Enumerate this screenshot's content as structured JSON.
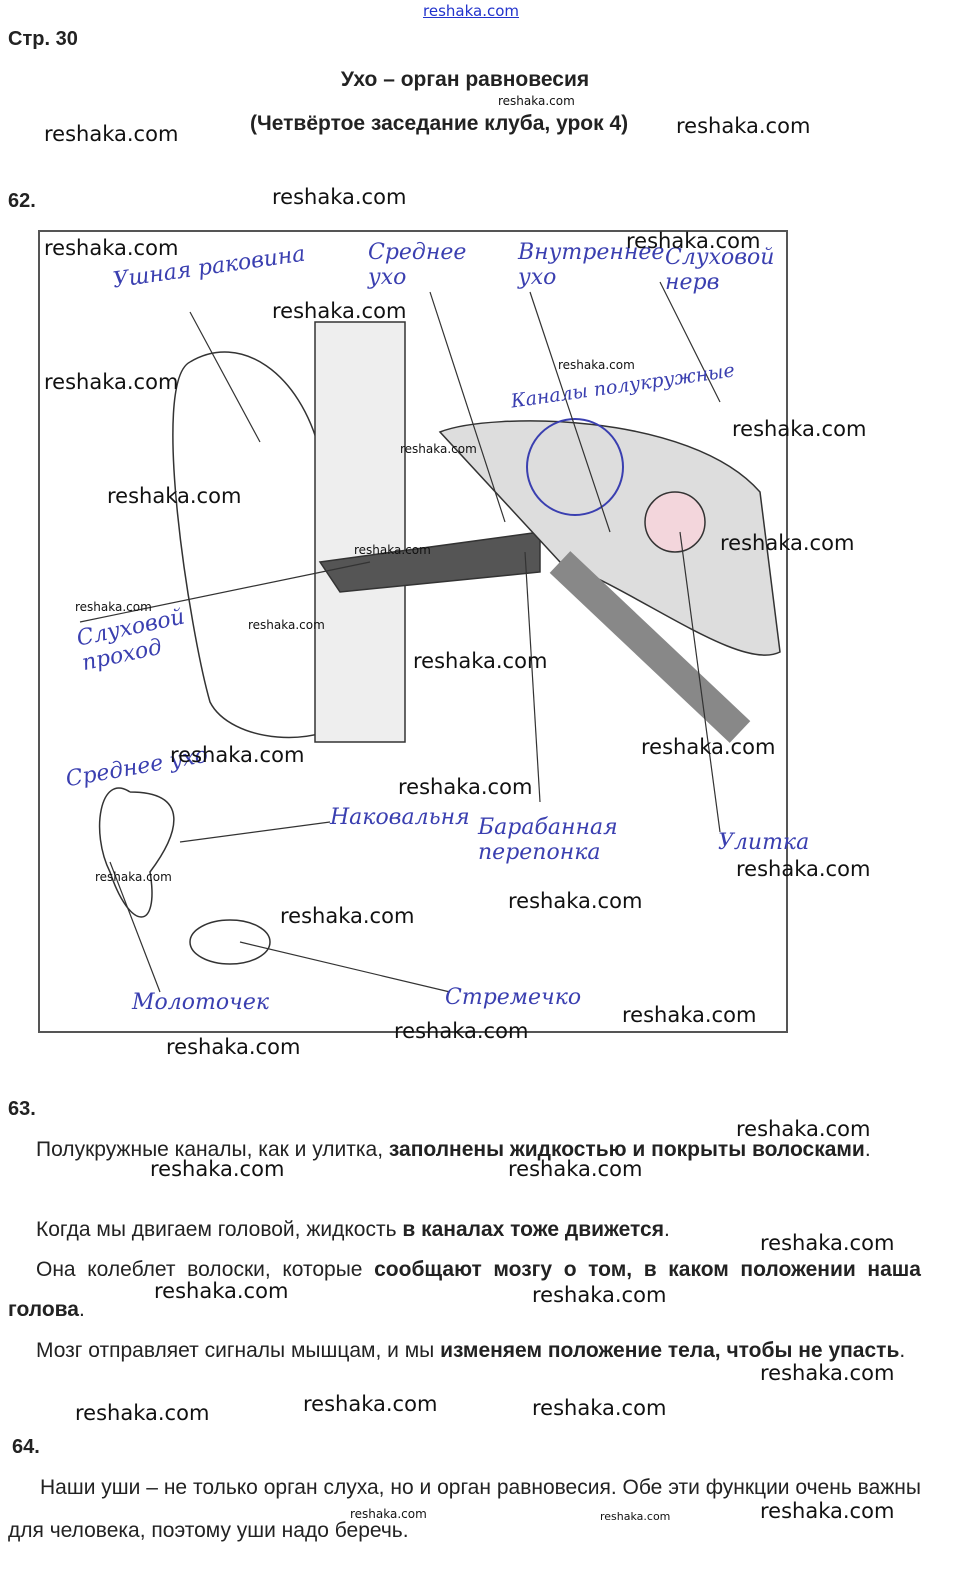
{
  "header": {
    "site": "reshaka.com",
    "page": "Стр. 30",
    "title": "Ухо – орган равновесия",
    "subtitle": "(Четвёртое заседание клуба, урок 4)"
  },
  "task62": {
    "number": "62.",
    "labels": {
      "auricle": "Ушная раковина",
      "middle_ear": "Среднее ухо",
      "inner_ear": "Внутреннее ухо",
      "auditory_nerve": "Слуховой нерв",
      "canals": "Каналы полукружные",
      "ear_canal": "Слуховой проход",
      "middle_ear_2": "Среднее ухо",
      "incus": "Наковальня",
      "eardrum": "Барабанная перепонка",
      "cochlea": "Улитка",
      "malleus": "Молоточек",
      "stapes": "Стремечко"
    }
  },
  "task63": {
    "number": "63.",
    "p1_a": "Полукружные каналы, как и улитка, ",
    "p1_b": "заполнены жидкостью и покрыты волосками",
    "p1_c": ".",
    "p2_a": "Когда мы двигаем головой, жидкость ",
    "p2_b": "в каналах тоже движется",
    "p2_c": ".",
    "p3_a": "Она колеблет волоски, которые ",
    "p3_b": "сообщают мозгу о том, в каком положении наша голова",
    "p3_c": ".",
    "p4_a": "Мозг отправляет сигналы мышцам, и мы ",
    "p4_b": "изменяем положение тела, чтобы не упасть",
    "p4_c": "."
  },
  "task64": {
    "number": "64.",
    "text": "Наши уши – не только орган слуха, но и орган равновесия. Обе эти функции очень важны для человека, поэтому уши надо беречь."
  },
  "watermark": "reshaka.com"
}
